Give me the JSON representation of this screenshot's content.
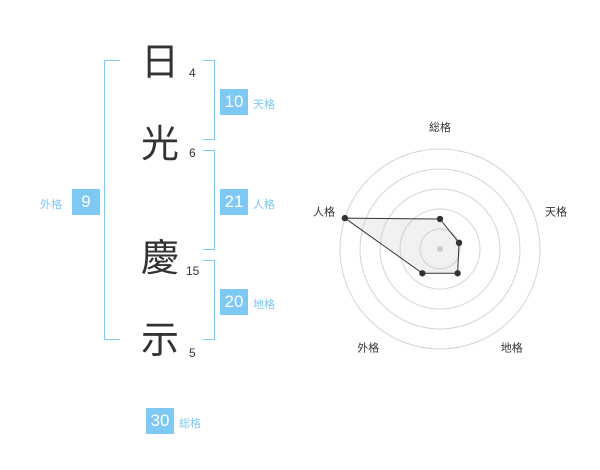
{
  "name": {
    "chars": [
      {
        "char": "日",
        "strokes": "4"
      },
      {
        "char": "光",
        "strokes": "6"
      },
      {
        "char": "慶",
        "strokes": "15"
      },
      {
        "char": "示",
        "strokes": "5"
      }
    ]
  },
  "kaku": {
    "tenkaku": {
      "value": "10",
      "label": "天格"
    },
    "jinkaku": {
      "value": "21",
      "label": "人格"
    },
    "chikaku": {
      "value": "20",
      "label": "地格"
    },
    "gaikaku": {
      "value": "9",
      "label": "外格"
    },
    "soukaku": {
      "value": "30",
      "label": "総格"
    }
  },
  "colors": {
    "accent": "#7ec8f4",
    "text": "#333333"
  },
  "chart_data": {
    "type": "radar",
    "axes": [
      "総格",
      "天格",
      "地格",
      "外格",
      "人格"
    ],
    "values": [
      1.5,
      1,
      1.5,
      1.5,
      5
    ],
    "rlim": [
      0,
      5
    ],
    "rings": 5,
    "grid": true
  }
}
